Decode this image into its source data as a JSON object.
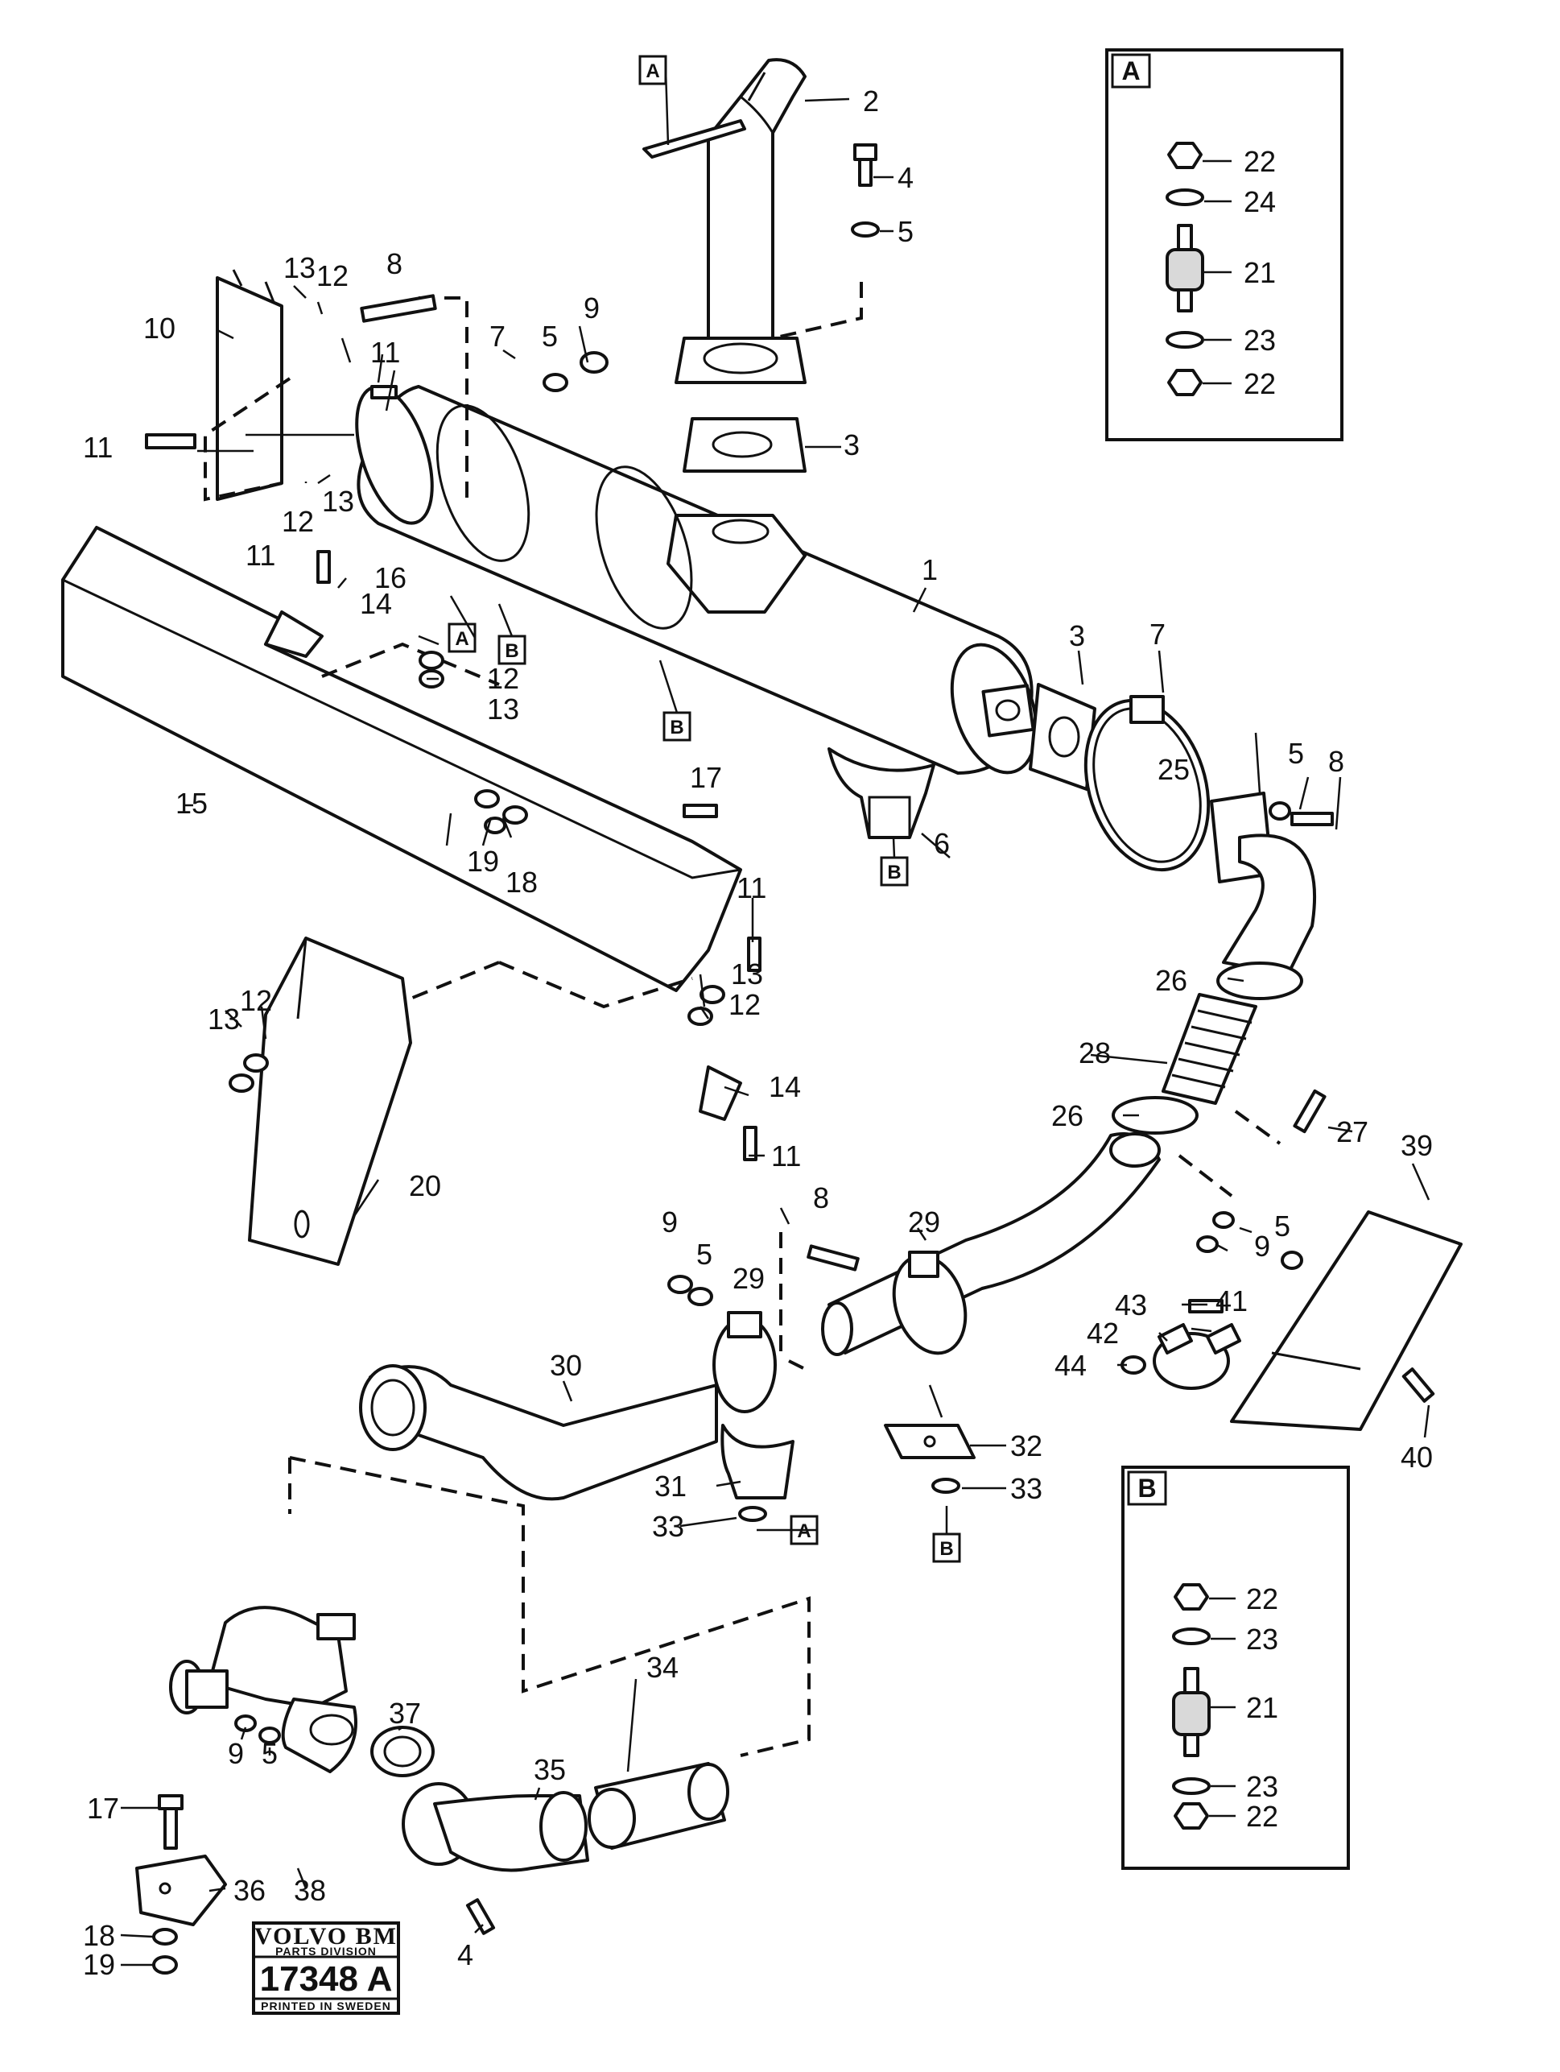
{
  "callouts": [
    "1",
    "2",
    "3",
    "4",
    "5",
    "6",
    "7",
    "8",
    "9",
    "10",
    "11",
    "12",
    "13",
    "14",
    "15",
    "16",
    "17",
    "18",
    "19",
    "20",
    "21",
    "22",
    "23",
    "24",
    "25",
    "26",
    "27",
    "28",
    "29",
    "30",
    "31",
    "32",
    "33",
    "34",
    "35",
    "36",
    "37",
    "38",
    "39",
    "40",
    "41",
    "42",
    "43",
    "44"
  ],
  "view_markers": {
    "a": "A",
    "b": "B"
  },
  "detail_a": {
    "title": "A",
    "labels": [
      "22",
      "24",
      "21",
      "23",
      "22"
    ]
  },
  "detail_b": {
    "title": "B",
    "labels": [
      "22",
      "23",
      "21",
      "23",
      "22"
    ]
  },
  "stamp": {
    "brand": "VOLVO BM",
    "division": "PARTS DIVISION",
    "number": "17348 A",
    "footer": "PRINTED IN SWEDEN"
  }
}
